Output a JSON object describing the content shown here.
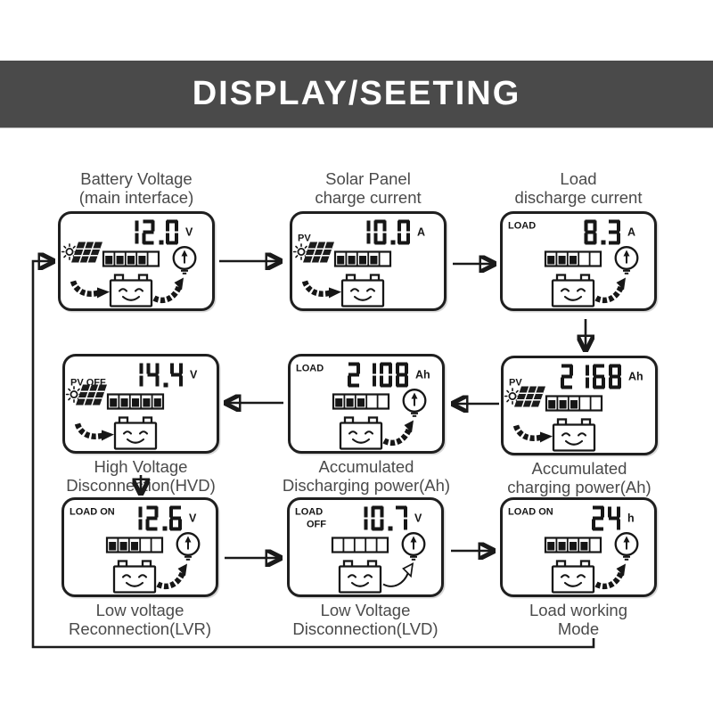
{
  "banner": {
    "title": "DISPLAY/SEETING"
  },
  "colors": {
    "banner_bg": "#4a4a4a",
    "banner_text": "#ffffff",
    "ink": "#1a1a1a",
    "label_text": "#4a4a4a"
  },
  "panels": [
    {
      "id": "battery-voltage",
      "label": [
        "Battery Voltage",
        "(main interface)"
      ],
      "badge": "",
      "badge2": "",
      "value": "12.0",
      "unit": "V",
      "solar": true,
      "bulb": true,
      "charge_arrow": true,
      "discharge_arrow": true,
      "arrow_outline": false,
      "battery_level": 4,
      "battery_cells": 5
    },
    {
      "id": "solar-charge-current",
      "label": [
        "Solar Panel",
        "charge current"
      ],
      "badge": "PV",
      "badge2": "",
      "value": "10.0",
      "unit": "A",
      "solar": true,
      "bulb": false,
      "charge_arrow": true,
      "discharge_arrow": false,
      "arrow_outline": false,
      "battery_level": 4,
      "battery_cells": 5
    },
    {
      "id": "load-discharge-current",
      "label": [
        "Load",
        "discharge current"
      ],
      "badge": "LOAD",
      "badge2": "",
      "value": "8.3",
      "unit": "A",
      "solar": false,
      "bulb": true,
      "charge_arrow": false,
      "discharge_arrow": true,
      "arrow_outline": false,
      "battery_level": 3,
      "battery_cells": 5
    },
    {
      "id": "high-voltage-disconnection",
      "label": [
        "High Voltage",
        "Disconnection(HVD)"
      ],
      "badge": "PV OFF",
      "badge2": "",
      "value": "14.4",
      "unit": "V",
      "solar": true,
      "bulb": false,
      "charge_arrow": true,
      "discharge_arrow": false,
      "arrow_outline": false,
      "battery_level": 5,
      "battery_cells": 5
    },
    {
      "id": "accumulated-discharging-power",
      "label": [
        "Accumulated",
        "Discharging power(Ah)"
      ],
      "badge": "LOAD",
      "badge2": "",
      "value": "2108",
      "unit": "Ah",
      "solar": false,
      "bulb": true,
      "charge_arrow": false,
      "discharge_arrow": true,
      "arrow_outline": false,
      "battery_level": 3,
      "battery_cells": 5
    },
    {
      "id": "accumulated-charging-power",
      "label": [
        "Accumulated",
        "charging power(Ah)"
      ],
      "badge": "PV",
      "badge2": "",
      "value": "2168",
      "unit": "Ah",
      "solar": true,
      "bulb": false,
      "charge_arrow": true,
      "discharge_arrow": false,
      "arrow_outline": false,
      "battery_level": 3,
      "battery_cells": 5
    },
    {
      "id": "low-voltage-reconnection",
      "label": [
        "Low voltage",
        "Reconnection(LVR)"
      ],
      "badge": "LOAD ON",
      "badge2": "",
      "value": "12.6",
      "unit": "V",
      "solar": false,
      "bulb": true,
      "charge_arrow": false,
      "discharge_arrow": true,
      "arrow_outline": false,
      "battery_level": 3,
      "battery_cells": 5
    },
    {
      "id": "low-voltage-disconnection",
      "label": [
        "Low Voltage",
        "Disconnection(LVD)"
      ],
      "badge": "LOAD",
      "badge2": "OFF",
      "value": "10.7",
      "unit": "V",
      "solar": false,
      "bulb": true,
      "charge_arrow": false,
      "discharge_arrow": true,
      "arrow_outline": true,
      "battery_level": 0,
      "battery_cells": 5
    },
    {
      "id": "load-working-mode",
      "label": [
        "Load working",
        "Mode"
      ],
      "badge": "LOAD ON",
      "badge2": "",
      "value": "24",
      "unit": "h",
      "solar": false,
      "bulb": true,
      "charge_arrow": false,
      "discharge_arrow": true,
      "arrow_outline": false,
      "battery_level": 4,
      "battery_cells": 5
    }
  ],
  "flow": [
    {
      "from": "battery-voltage",
      "to": "solar-charge-current"
    },
    {
      "from": "solar-charge-current",
      "to": "load-discharge-current"
    },
    {
      "from": "load-discharge-current",
      "to": "accumulated-charging-power"
    },
    {
      "from": "accumulated-charging-power",
      "to": "accumulated-discharging-power"
    },
    {
      "from": "accumulated-discharging-power",
      "to": "high-voltage-disconnection"
    },
    {
      "from": "high-voltage-disconnection",
      "to": "low-voltage-reconnection"
    },
    {
      "from": "low-voltage-reconnection",
      "to": "low-voltage-disconnection"
    },
    {
      "from": "low-voltage-disconnection",
      "to": "load-working-mode"
    },
    {
      "from": "load-working-mode",
      "to": "battery-voltage"
    }
  ]
}
